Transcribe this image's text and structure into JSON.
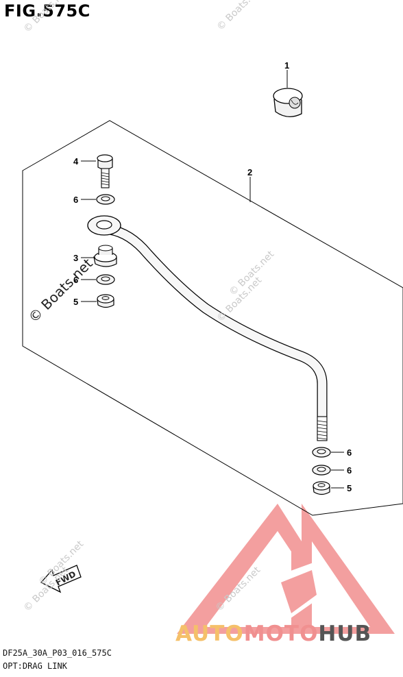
{
  "figure": {
    "title": "FIG.575C"
  },
  "callouts": {
    "c1": "1",
    "c2": "2",
    "c3": "3",
    "c4": "4",
    "c5a": "5",
    "c5b": "5",
    "c6a": "6",
    "c6b": "6",
    "c6c": "6",
    "c6d": "6"
  },
  "watermarks": {
    "wm1": "© Boats.net",
    "wm2": "© Boats.net",
    "wm3": "© Boats.net",
    "wm4": "© Boats.net",
    "wm5": "© Boats.net",
    "wm6": "© Boats.net",
    "wm7": "© Boats.net",
    "wm_main": "© Boats.net"
  },
  "fwd_label": "FWD",
  "brand": {
    "part1": "AUTO",
    "part2": "MOTO",
    "part3": "HUB",
    "colors": {
      "auto": "#f5c06a",
      "moto": "#f09090",
      "hub": "#555555",
      "logo": "#ef7f7f"
    }
  },
  "footer": {
    "code": "DF25A_30A_P03_016_575C",
    "description": "OPT:DRAG LINK"
  }
}
